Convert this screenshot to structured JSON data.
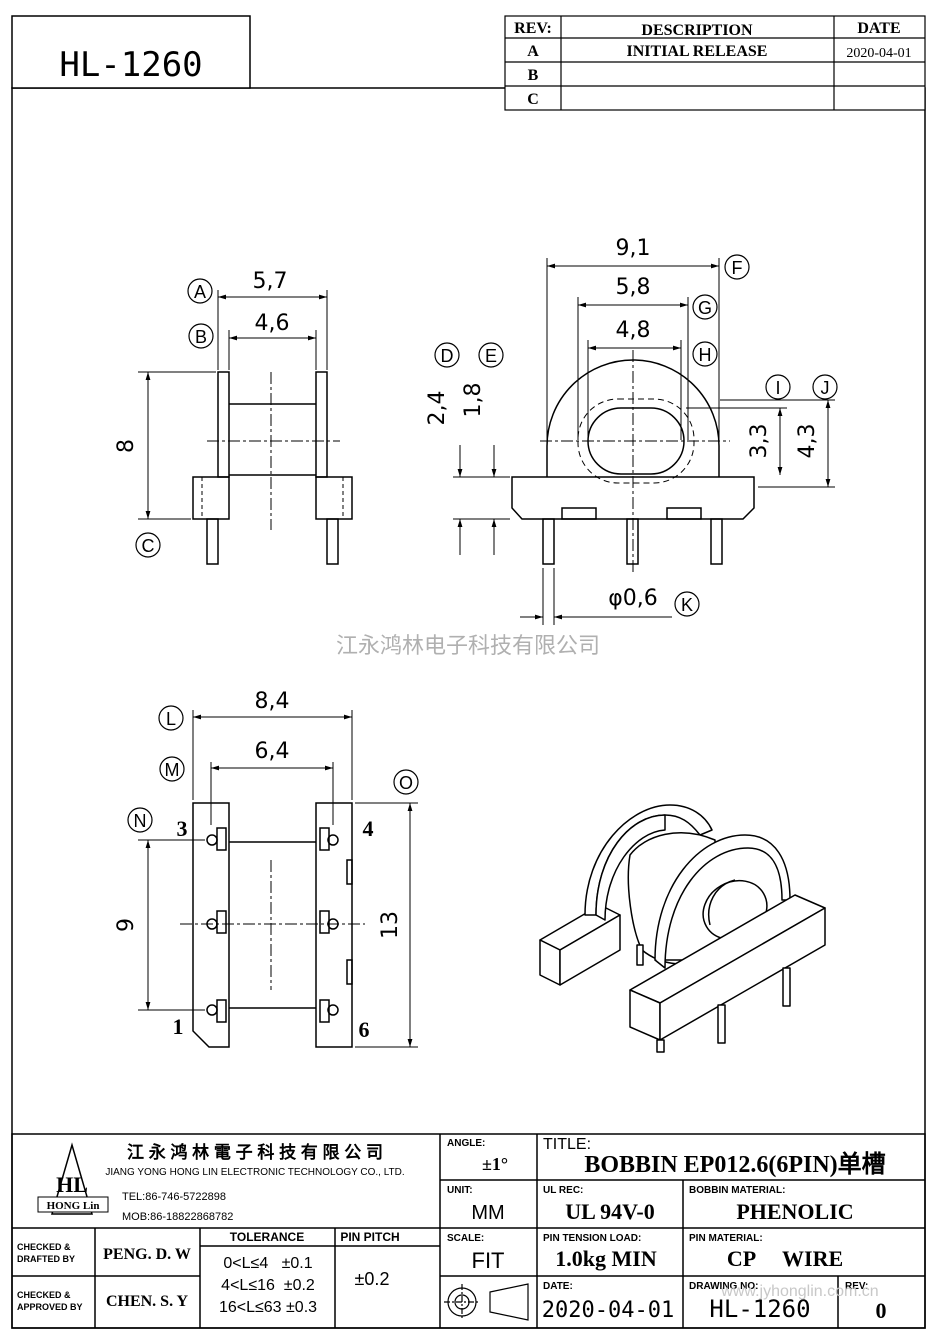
{
  "drawing": {
    "part_number": "HL-1260",
    "watermark": "江永鸿林电子科技有限公司",
    "bottom_url": "www.jyhonglin.com.cn"
  },
  "revision_table": {
    "headers": [
      "REV:",
      "DESCRIPTION",
      "DATE"
    ],
    "rows": [
      {
        "rev": "A",
        "description": "INITIAL  RELEASE",
        "date": "2020-04-01"
      },
      {
        "rev": "B",
        "description": "",
        "date": ""
      },
      {
        "rev": "C",
        "description": "",
        "date": ""
      }
    ]
  },
  "views": {
    "side": {
      "width_outer": "5,7",
      "width_inner": "4,6",
      "height": "8",
      "callouts": [
        "A",
        "B",
        "C"
      ]
    },
    "front": {
      "width_outer": "9,1",
      "width_mid": "5,8",
      "width_inner": "4,8",
      "h1": "2,4",
      "h2": "1,8",
      "h3": "3,3",
      "h4": "4,3",
      "pin_dia": "φ0,6",
      "callouts": [
        "D",
        "E",
        "F",
        "G",
        "H",
        "I",
        "J",
        "K"
      ]
    },
    "bottom": {
      "width_outer": "8,4",
      "width_inner": "6,4",
      "pitch": "9",
      "length": "13",
      "callouts": [
        "L",
        "M",
        "N",
        "O"
      ],
      "pins": [
        "3",
        "4",
        "1",
        "6"
      ]
    }
  },
  "title_block": {
    "company_cn": "江 永 鸿 林 電 子 科 技 有 限 公 司",
    "company_en": "JIANG YONG HONG LIN ELECTRONIC TECHNOLOGY CO., LTD.",
    "logo_text": "HL",
    "logo_sub": "HONG Lin",
    "tel": "TEL:86-746-5722898",
    "mob": "MOB:86-18822868782",
    "angle_label": "ANGLE:",
    "angle_value": "±1°",
    "title_label": "TITLE:",
    "title_value": "BOBBIN EP012.6(6PIN)单槽",
    "unit_label": "UNIT:",
    "unit_value": "MM",
    "ul_label": "UL REC:",
    "ul_value": "UL 94V-0",
    "bobbin_mat_label": "BOBBIN MATERIAL:",
    "bobbin_mat_value": "PHENOLIC",
    "scale_label": "SCALE:",
    "scale_value": "FIT",
    "pin_tension_label": "PIN TENSION LOAD:",
    "pin_tension_value": "1.0kg MIN",
    "pin_mat_label": "PIN MATERIAL:",
    "pin_mat_value": "CP     WIRE",
    "date_label": "DATE:",
    "date_value": "2020-04-01",
    "drawing_no_label": "DRAWING NO:",
    "drawing_no_value": "HL-1260",
    "rev_label": "REV:",
    "rev_value": "0",
    "checked_drafted_label_1": "CHECKED &",
    "checked_drafted_label_2": "DRAFTED BY",
    "checked_drafted_value": "PENG. D. W",
    "checked_approved_label_1": "CHECKED &",
    "checked_approved_label_2": "APPROVED BY",
    "checked_approved_value": "CHEN. S. Y",
    "tolerance_label": "TOLERANCE",
    "tolerance_rows": [
      "0<L≤4   ±0.1",
      "4<L≤16  ±0.2",
      "16<L≤63 ±0.3"
    ],
    "pin_pitch_label": "PIN PITCH",
    "pin_pitch_value": "±0.2"
  }
}
